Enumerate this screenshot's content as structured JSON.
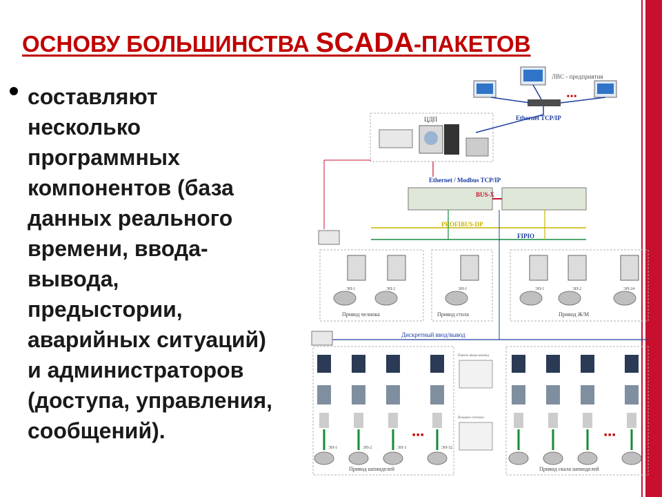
{
  "slide": {
    "title_part1": "ОСНОВУ БОЛЬШИНСТВА ",
    "title_part2": "SCADA",
    "title_part3": "-ПАКЕТОВ",
    "bullet_text": "составляют\nнесколько\nпрограммных\nкомпонентов (база\nданных реального\nвремени, ввода-\nвывода,\nпредыстории,\nаварийных ситуаций)\nи администраторов\n(доступа, управления,\nсообщений)."
  },
  "diagram": {
    "lan_label": "ЛВС - предприятия",
    "ethernet_tcp": "Ethernet TCP/IP",
    "cdp_label": "ЦДП",
    "ethernet_modbus": "Ethernet / Modbus TCP/IP",
    "bus_x": "BUS-X",
    "profibus": "PROFIBUS-DP",
    "fipio": "FIPIO",
    "drive_group_1": "Привод челнока",
    "drive_group_2": "Привод стола",
    "drive_group_3": "Привод Ж/М",
    "discrete_io": "Дискретный ввод/вывод",
    "spindle_group_1": "Привод шпинделей",
    "spindle_group_2": "Привод скала шпинделей",
    "motor_labels": [
      "ЭП-1",
      "ЭП-2",
      "ЭП-1",
      "ЭП-1",
      "ЭП-2",
      "ЭП-24"
    ],
    "spindle_motor_labels": [
      "ЭП-1",
      "ЭП-2",
      "ЭП-3",
      "ЭП-32"
    ],
    "panel_label_1": "Панель ввода команд",
    "panel_label_2": "Входные сигналы",
    "colors": {
      "accent_red": "#c8102e",
      "title_red": "#c00000",
      "net_blue": "#1a3c9e",
      "bus_yellow": "#c8b400",
      "bus_green": "#138a3a",
      "dashed_frame": "#b0b0b0"
    }
  }
}
